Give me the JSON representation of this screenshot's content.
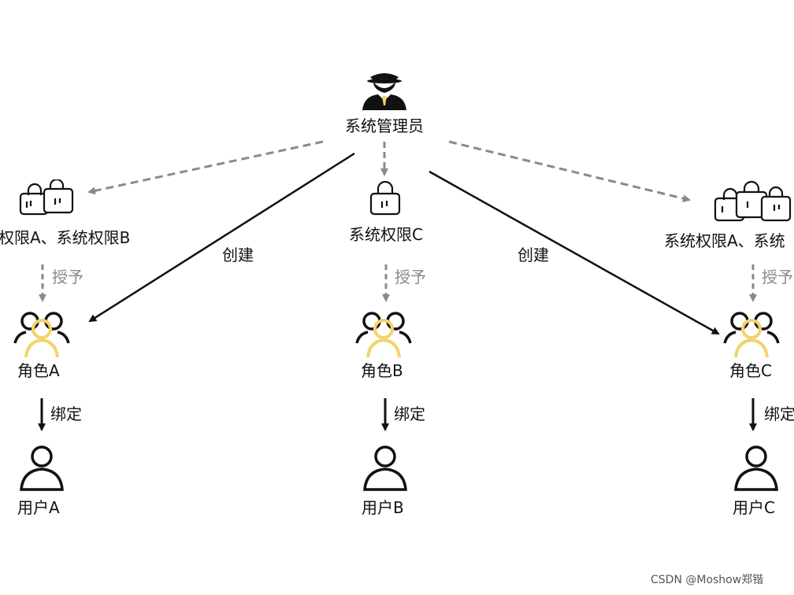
{
  "admin": {
    "label": "系统管理员",
    "icon": "admin-agent-icon"
  },
  "permissions": {
    "left": {
      "label": "权限A、系统权限B",
      "icon": "multi-lock-icon"
    },
    "center": {
      "label": "系统权限C",
      "icon": "lock-icon"
    },
    "right": {
      "label": "系统权限A、系统",
      "icon": "multi-lock-icon"
    }
  },
  "roles": {
    "a": "角色A",
    "b": "角色B",
    "c": "角色C"
  },
  "users": {
    "a": "用户A",
    "b": "用户B",
    "c": "用户C"
  },
  "edges": {
    "create": "创建",
    "grant": "授予",
    "bind": "绑定"
  },
  "watermark": "CSDN @Moshow郑锴",
  "colors": {
    "line": "#111111",
    "dashed": "#8a8a8a",
    "role_accent": "#f3d36a",
    "icon": "#111111"
  }
}
